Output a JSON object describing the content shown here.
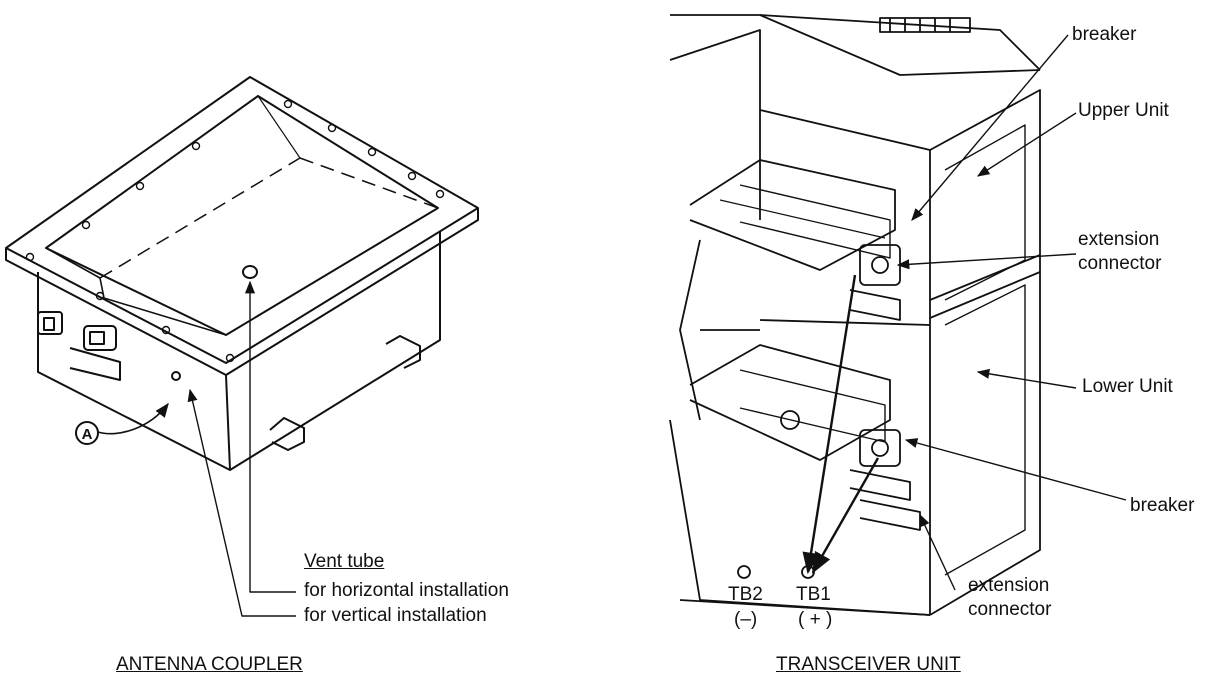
{
  "antenna_coupler": {
    "title": "ANTENNA COUPLER",
    "marker": "A",
    "vent_tube_heading": "Vent tube",
    "vent_tube_horizontal": "for horizontal installation",
    "vent_tube_vertical": "for vertical installation"
  },
  "transceiver_unit": {
    "title": "TRANSCEIVER UNIT",
    "labels": {
      "breaker_top": "breaker",
      "upper_unit": "Upper Unit",
      "ext_conn_upper_1": "extension",
      "ext_conn_upper_2": "connector",
      "lower_unit": "Lower Unit",
      "breaker_bottom": "breaker",
      "ext_conn_lower_1": "extension",
      "ext_conn_lower_2": "connector",
      "tb2": "TB2",
      "tb2_sign": "(–)",
      "tb1": "TB1",
      "tb1_sign": "( + )"
    }
  }
}
